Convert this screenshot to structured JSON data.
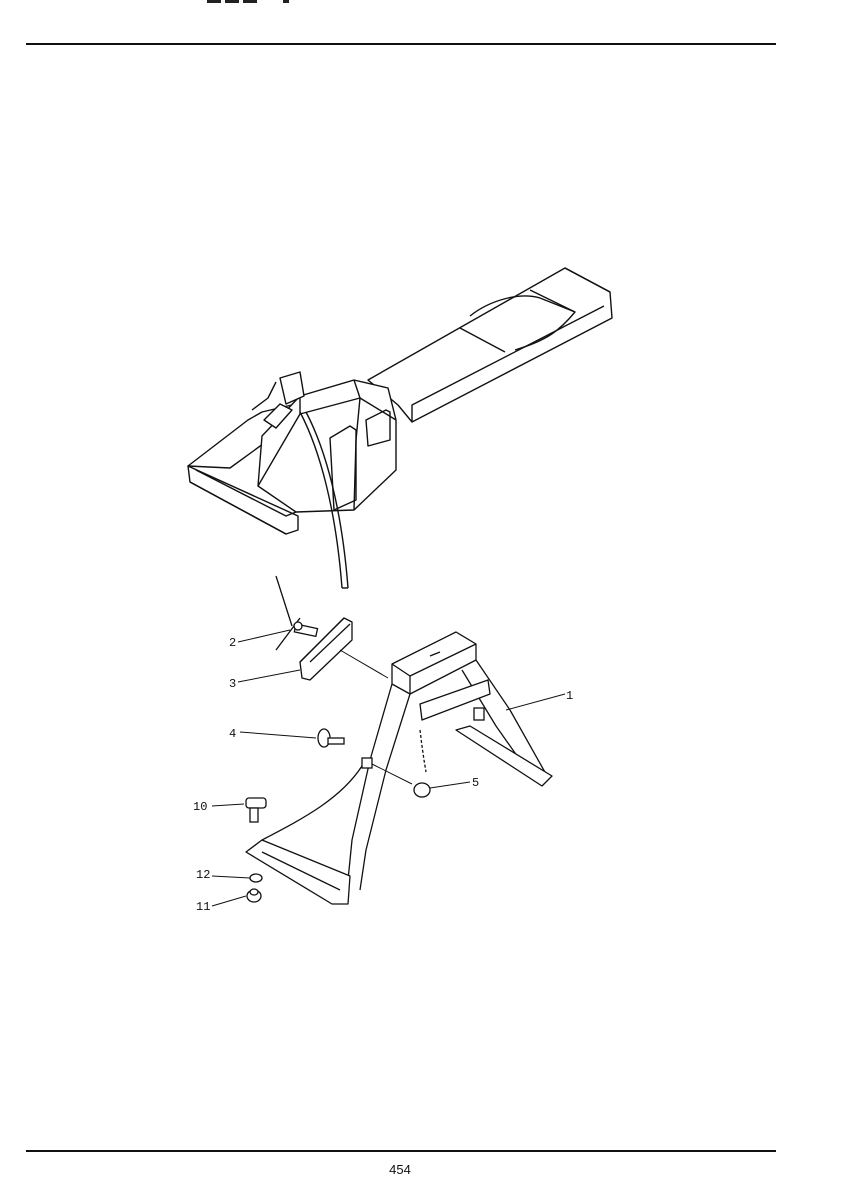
{
  "page": {
    "page_number": "454"
  },
  "diagram": {
    "callouts": [
      {
        "id": "c1",
        "label": "1"
      },
      {
        "id": "c2",
        "label": "2"
      },
      {
        "id": "c3",
        "label": "3"
      },
      {
        "id": "c4",
        "label": "4"
      },
      {
        "id": "c5",
        "label": "5"
      },
      {
        "id": "c10",
        "label": "10"
      },
      {
        "id": "c11",
        "label": "11"
      },
      {
        "id": "c12",
        "label": "12"
      }
    ]
  }
}
